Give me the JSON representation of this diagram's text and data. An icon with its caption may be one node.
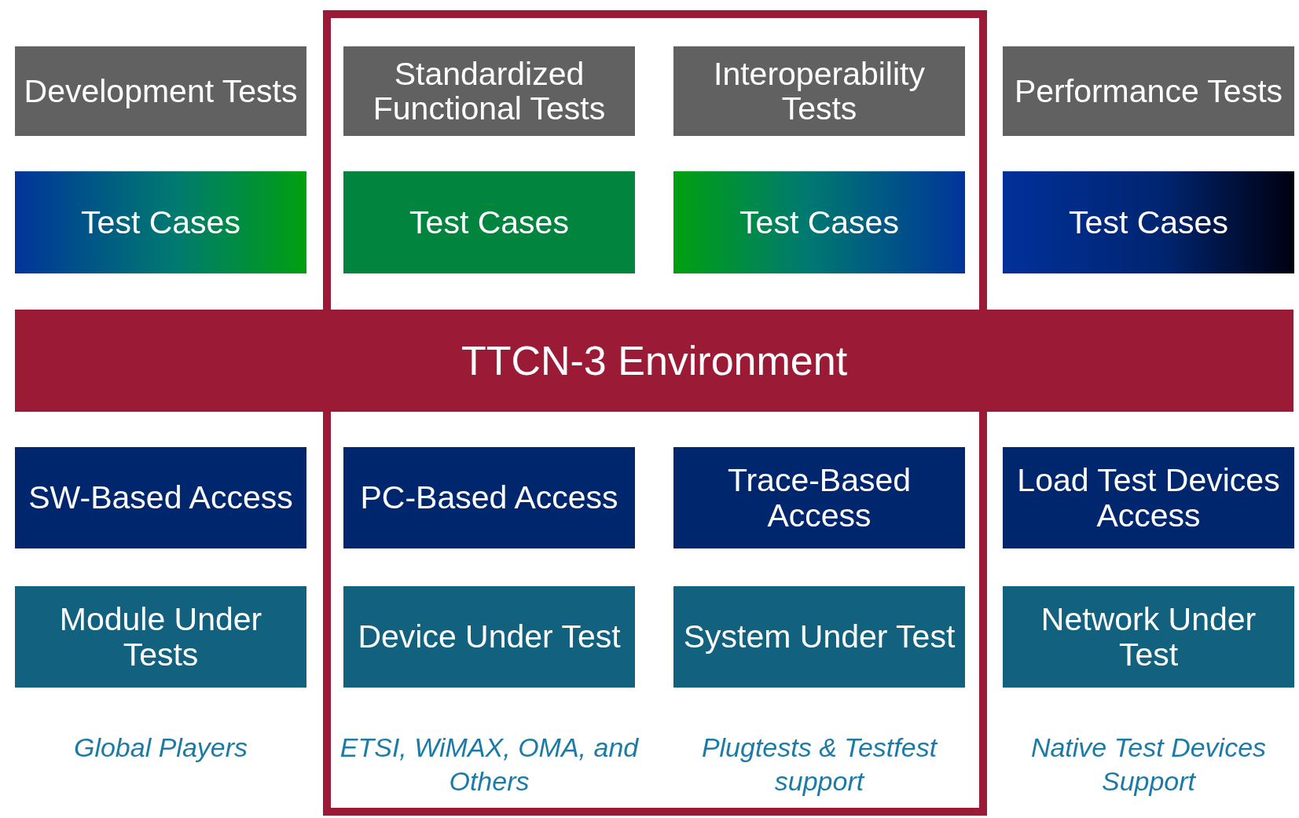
{
  "diagram": {
    "nodes": [
      {
        "text": [],
        "shape": "box"
      },
      {
        "text": [
          "Development Tests"
        ]
      },
      {
        "text": [
          "Standardized Functional Tests"
        ],
        "in": 0
      },
      {
        "text": [
          "Interoperability Tests"
        ],
        "in": 0
      },
      {
        "text": [
          "Performance Tests"
        ]
      },
      {
        "text": [
          "Test Cases"
        ]
      },
      {
        "text": [
          "Test Cases"
        ],
        "in": 0
      },
      {
        "text": [
          "Test Cases"
        ],
        "in": 0
      },
      {
        "text": [
          "Test Cases"
        ]
      },
      {
        "text": [
          "TTCN-3 Environment"
        ]
      },
      {
        "text": [
          "SW-Based Access"
        ]
      },
      {
        "text": [
          "PC-Based Access"
        ],
        "in": 0
      },
      {
        "text": [
          "Trace-Based Access"
        ],
        "in": 0
      },
      {
        "text": [
          "Load Test Devices Access"
        ]
      },
      {
        "text": [
          "Module Under Tests"
        ]
      },
      {
        "text": [
          "Device Under Test"
        ],
        "in": 0
      },
      {
        "text": [
          "System Under Test"
        ],
        "in": 0
      },
      {
        "text": [
          "Network Under Test"
        ]
      }
    ],
    "labels": [
      "Global Players",
      "ETSI, WiMAX, OMA, and Others",
      "Plugtests & Testfest support",
      "Native Test Devices Support"
    ]
  }
}
